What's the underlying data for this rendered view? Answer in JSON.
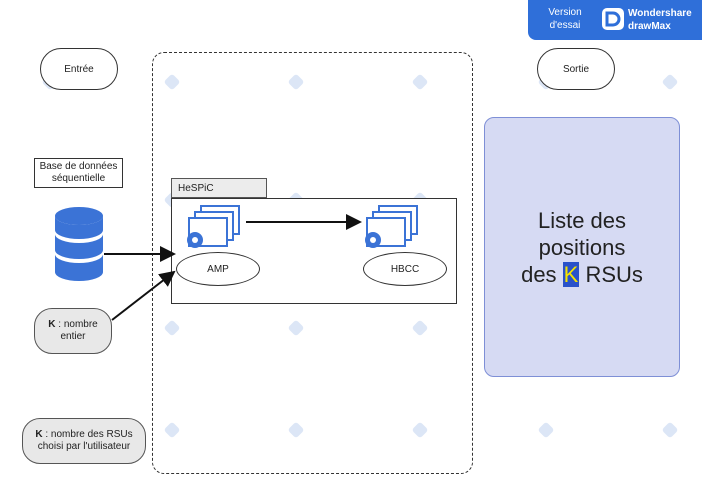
{
  "badge": {
    "version": "Version d'essai",
    "brand": "Wondershare drawMax"
  },
  "diagram": {
    "entree": "Entrée",
    "sortie": "Sortie",
    "database_label": "Base de données séquentielle",
    "k_input_key": "K",
    "k_input_rest": " : nombre entier",
    "k_def_key": "K",
    "k_def_rest": " : nombre des RSUs choisi par l'utilisateur",
    "hespic": "HeSPiC",
    "amp": "AMP",
    "hbcc": "HBCC",
    "output_line1": "Liste des",
    "output_line2": "positions",
    "output_pre": "des ",
    "output_k": "K",
    "output_post": " RSUs"
  },
  "colors": {
    "accent": "#2f6fd9",
    "icon_blue": "#3b73d6",
    "panel_fill": "#d6daf3",
    "k_highlight_bg": "#2a52c9",
    "k_highlight_fg": "#f5e400"
  }
}
